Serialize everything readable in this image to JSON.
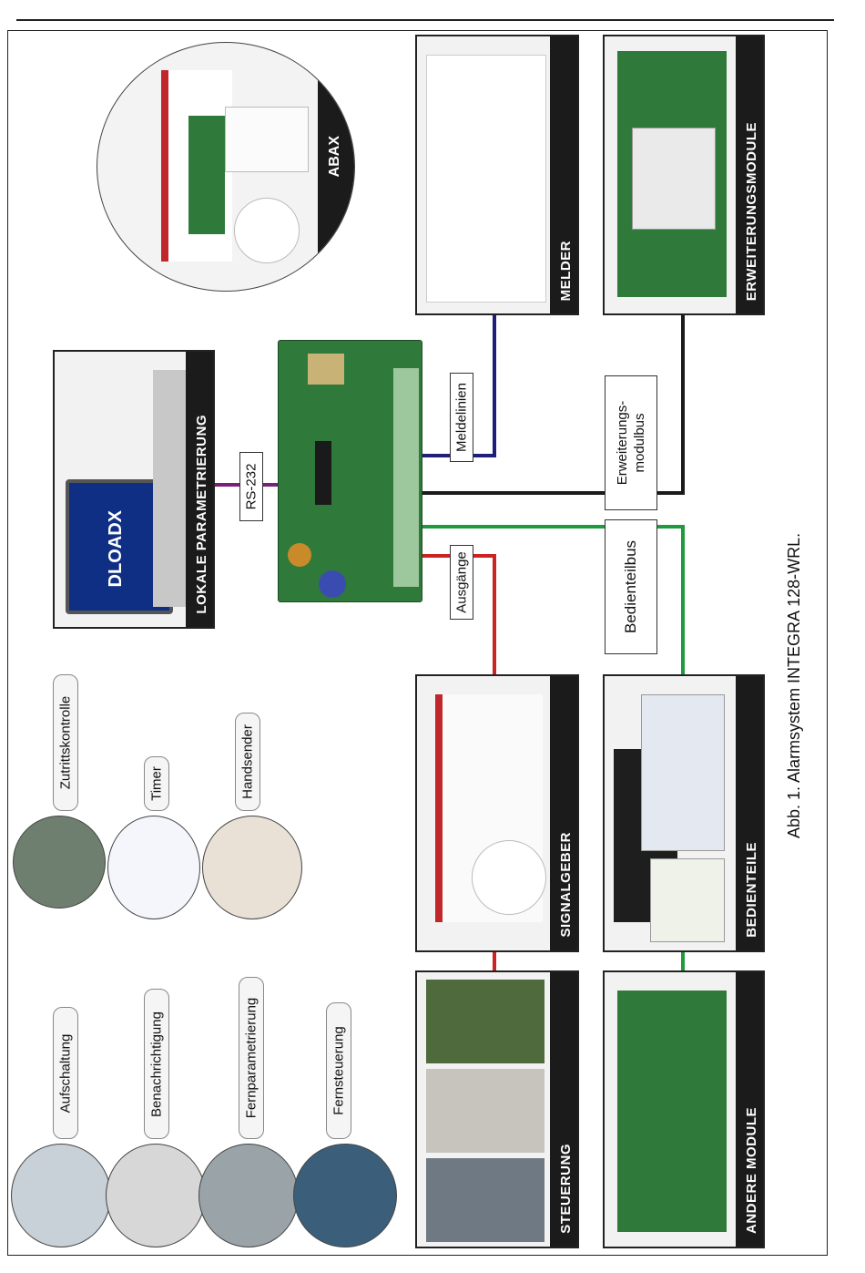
{
  "caption": "Abb. 1. Alarmsystem INTEGRA 128-WRL.",
  "panels": {
    "lokale": "LOKALE PARAMETRIERUNG",
    "dloadx": "DLOADX",
    "abax": "ABAX",
    "melder": "MELDER",
    "erweiterungsmodule": "ERWEITERUNGSMODULE",
    "signalgeber": "SIGNALGEBER",
    "bedienteile": "BEDIENTEILE",
    "steuerung": "STEUERUNG",
    "andere_module": "ANDERE MODULE"
  },
  "connections": {
    "rs232": "RS-232",
    "meldelinien": "Meldelinien",
    "erweiterungsmodulbus_1": "Erweiterungs-",
    "erweiterungsmodulbus_2": "modulbus",
    "bedienteilbus": "Bedienteilbus",
    "ausgaenge": "Ausgänge"
  },
  "features": {
    "zutrittskontrolle": "Zutrittskontrolle",
    "timer": "Timer",
    "handsender": "Handsender",
    "aufschaltung": "Aufschaltung",
    "benachrichtigung": "Benachrichtigung",
    "fernparametrierung": "Fernparametrierung",
    "fernsteuerung": "Fernsteuerung"
  },
  "colors": {
    "purple": "#7a1f7a",
    "navy": "#1f1f7a",
    "black": "#1a1a1a",
    "green": "#1f9a3f",
    "red": "#cc2222",
    "board": "#2f7a3a"
  }
}
